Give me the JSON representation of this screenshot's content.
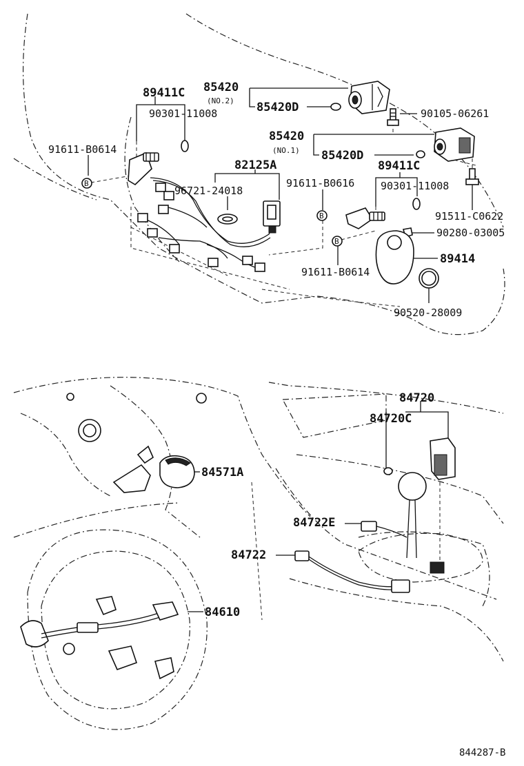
{
  "labels": {
    "p89411c_top": "89411C",
    "p90301_top": "90301-11008",
    "p91611_left": "91611-B0614",
    "p85420_no2": "85420",
    "no2": "(NO.2)",
    "p85420d_no2": "85420D",
    "p90105": "90105-06261",
    "p82125a": "82125A",
    "p96721": "96721-24018",
    "p85420_no1": "85420",
    "no1": "(NO.1)",
    "p85420d_no1": "85420D",
    "p89411c_right": "89411C",
    "p91611_b0616": "91611-B0616",
    "p90301_right": "90301-11008",
    "p91511": "91511-C0622",
    "p90280": "90280-03005",
    "p89414": "89414",
    "p91611_bottom": "91611-B0614",
    "p90520": "90520-28009",
    "p84720": "84720",
    "p84720c": "84720C",
    "p84571a": "84571A",
    "p84722e": "84722E",
    "p84722": "84722",
    "p84610": "84610",
    "diagram_ref": "844287-B",
    "bolt_mark": "B"
  },
  "icons": {
    "bolt": "bolt-b-icon",
    "grommet": "grommet-icon"
  }
}
